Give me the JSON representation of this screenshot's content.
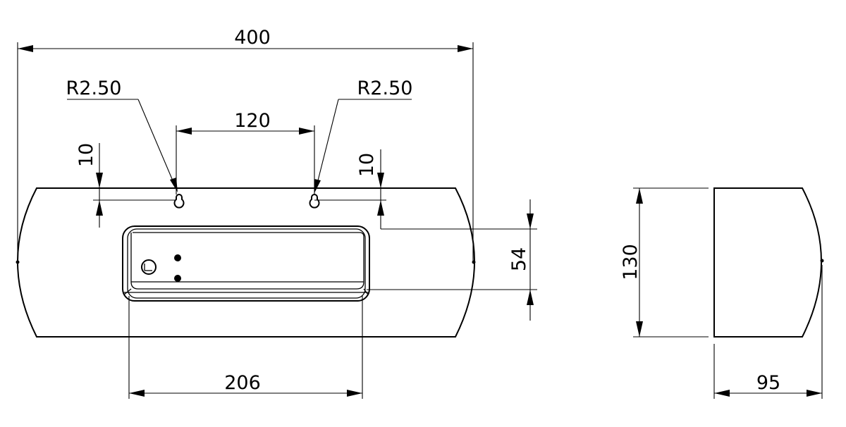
{
  "front_view": {
    "overall_width": "400",
    "hole_spacing": "120",
    "left_radius": "R2.50",
    "right_radius": "R2.50",
    "left_hole_offset": "10",
    "right_hole_offset": "10",
    "slot_height": "54",
    "slot_width": "206"
  },
  "side_view": {
    "height": "130",
    "depth": "95"
  }
}
